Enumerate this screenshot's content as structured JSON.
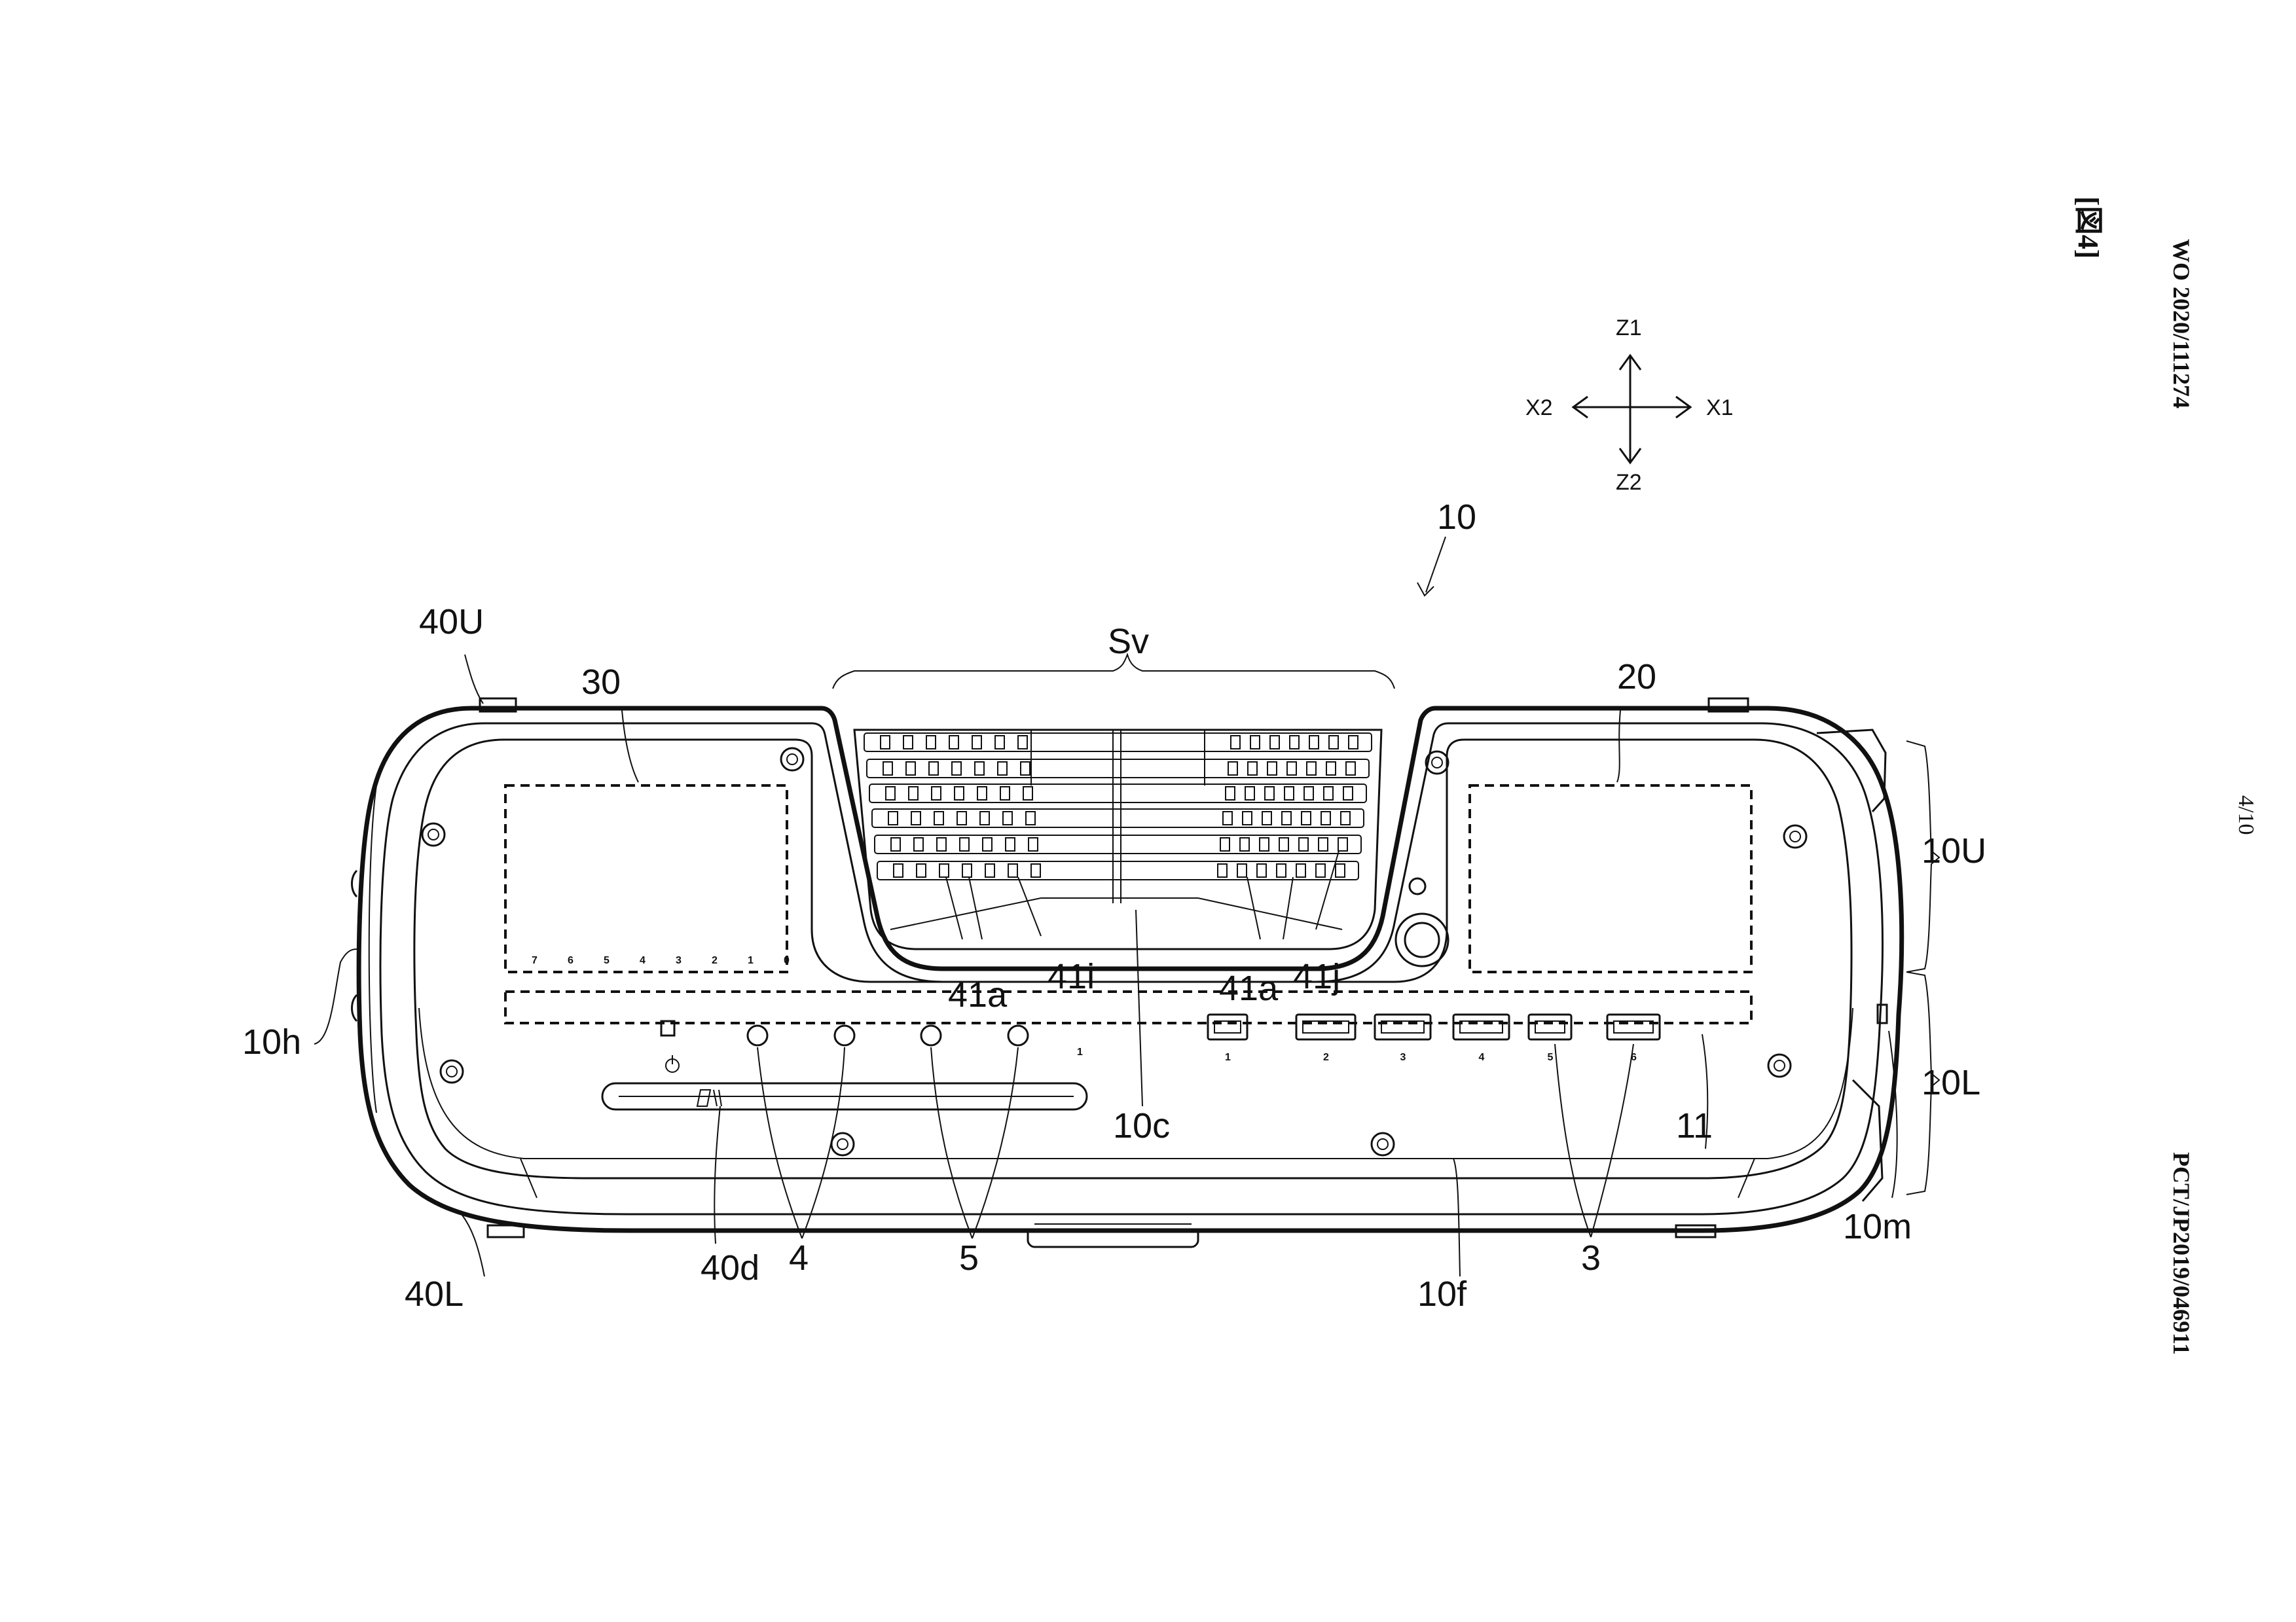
{
  "header": {
    "publication_number": "WO 2020/111274",
    "application_number": "PCT/JP2019/046911",
    "sheet_number": "4/10",
    "figure_label": "[図4]"
  },
  "axes": {
    "up": "Z1",
    "down": "Z2",
    "left": "X2",
    "right": "X1"
  },
  "callouts": {
    "device": "10",
    "upper_edge": "40U",
    "lower_edge": "40L",
    "left_region": "30",
    "right_region": "20",
    "vent_space": "Sv",
    "upper_part": "10U",
    "lower_part": "10L",
    "left_side": "10h",
    "right_side": "10m",
    "vent_fins_left": "41a",
    "vent_fins_right": "41a",
    "fin_gap_left": "41i",
    "fin_gap_right": "41j",
    "center_portion": "10c",
    "front_face": "10f",
    "port_row": "11",
    "slot": "40d",
    "buttons_a": "4",
    "buttons_b": "5",
    "connectors": "3"
  },
  "port_numbers": [
    "1",
    "2",
    "3",
    "4",
    "5",
    "6"
  ],
  "left_scale_digits": [
    "7",
    "6",
    "5",
    "4",
    "3",
    "2",
    "1",
    "0"
  ],
  "mini_marks": [
    "1"
  ]
}
